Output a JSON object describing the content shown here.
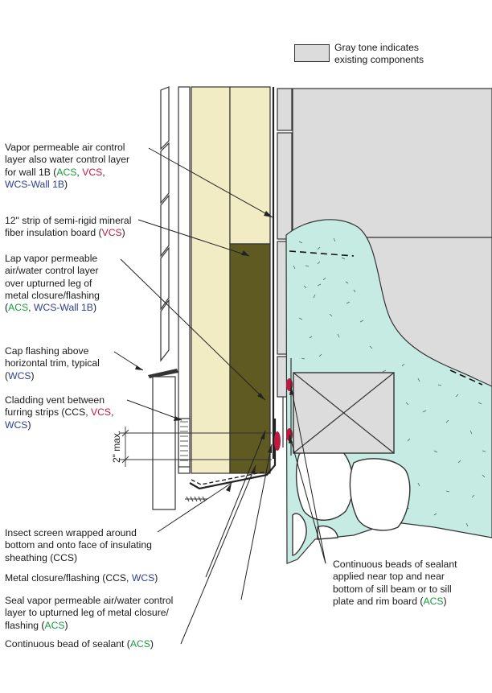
{
  "legend": {
    "line1": "Gray tone indicates",
    "line2": "existing components",
    "swatch_color": "#dcdcdc"
  },
  "colors": {
    "acs": "#1a9a3f",
    "vcs": "#c0183f",
    "wcs": "#2e3f8f",
    "insulation": "#f2ecc4",
    "mineral_fiber": "#5e5a22",
    "concrete": "#c5ebe2",
    "existing": "#dcdcdc"
  },
  "labels": {
    "vapor_air": {
      "l1": "Vapor permeable air control",
      "l2": "layer also water control layer",
      "l3a": "for wall 1B (",
      "acs": "ACS",
      "sep1": ", ",
      "vcs": "VCS",
      "sep2": ",",
      "wcs": "WCS-Wall 1B",
      "l4end": ")"
    },
    "strip": {
      "l1": "12\" strip of semi-rigid mineral",
      "l2a": "fiber insulation board (",
      "vcs": "VCS",
      "l2end": ")"
    },
    "lap": {
      "l1": "Lap vapor permeable",
      "l2": "air/water control layer",
      "l3": "over upturned leg of",
      "l4": "metal closure/flashing",
      "l5a": "(",
      "acs": "ACS",
      "sep": ", ",
      "wcs": "WCS-Wall 1B",
      "l5end": ")"
    },
    "cap": {
      "l1": "Cap flashing above",
      "l2": "horizontal trim, typical",
      "l3a": "(",
      "wcs": "WCS",
      "l3end": ")"
    },
    "vent": {
      "l1": "Cladding vent between",
      "l2a": "furring strips (CCS, ",
      "vcs": "VCS",
      "sep": ",",
      "wcs": "WCS",
      "l3end": ")"
    },
    "dim": "2\" max.",
    "insect": {
      "l1": "Insect screen wrapped around",
      "l2": "bottom and onto face of insulating",
      "l3": "sheathing (CCS)"
    },
    "metal": {
      "a": "Metal closure/flashing (CCS, ",
      "wcs": "WCS",
      "end": ")"
    },
    "seal": {
      "l1": "Seal vapor permeable air/water control",
      "l2": "layer to upturned leg of metal closure/",
      "l3a": "flashing (",
      "acs": "ACS",
      "l3end": ")"
    },
    "bead": {
      "a": "Continuous bead of sealant (",
      "acs": "ACS",
      "end": ")"
    },
    "beads": {
      "l1": "Continuous beads of sealant",
      "l2": "applied near top and near",
      "l3": "bottom of sill beam or to sill",
      "l4a": "plate and rim board (",
      "acs": "ACS",
      "l4end": ")"
    }
  }
}
